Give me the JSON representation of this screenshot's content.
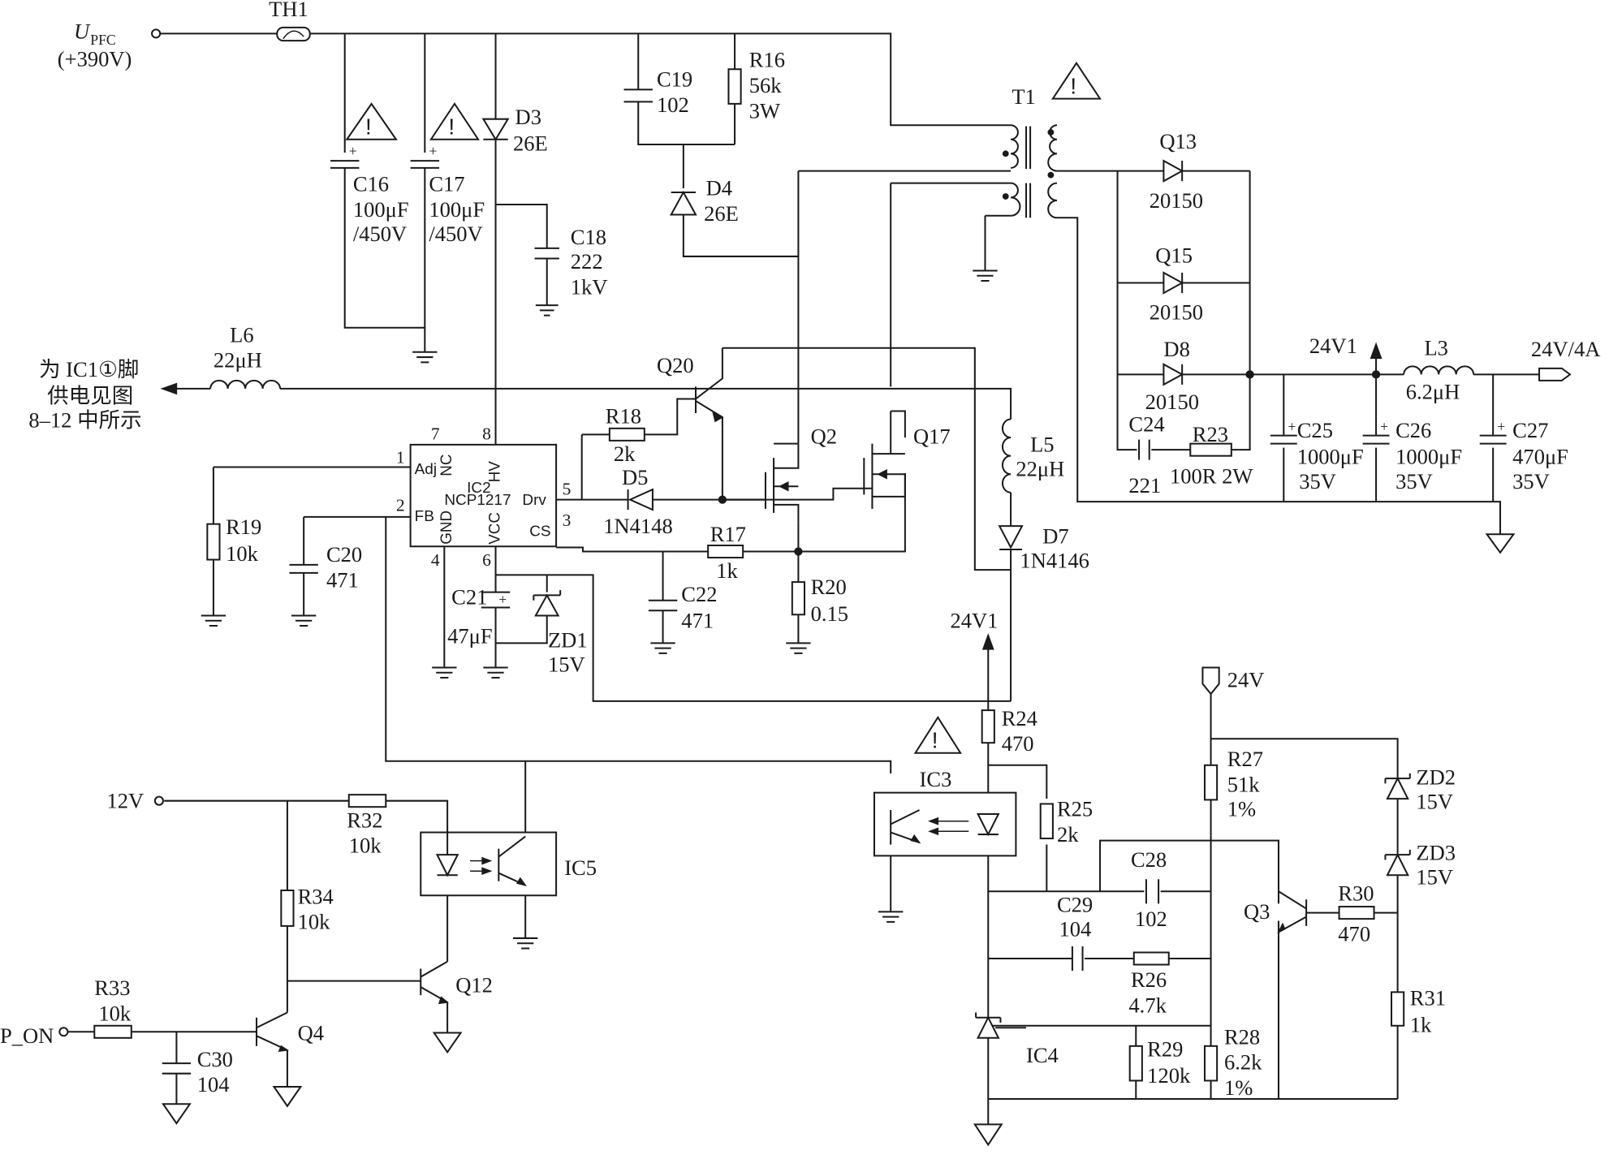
{
  "labels": {
    "upfc_main": "U",
    "upfc_sub": "PFC",
    "upfc_volt": "(+390V)",
    "th1": "TH1",
    "c16_name": "C16",
    "c16_val": "100μF",
    "c16_volt": "/450V",
    "c17_name": "C17",
    "c17_val": "100μF",
    "c17_volt": "/450V",
    "d3_name": "D3",
    "d3_val": "26E",
    "c18_name": "C18",
    "c18_val": "222",
    "c18_volt": "1kV",
    "c19_name": "C19",
    "c19_val": "102",
    "r16_name": "R16",
    "r16_val": "56k",
    "r16_pwr": "3W",
    "d4_name": "D4",
    "d4_val": "26E",
    "t1": "T1",
    "q13_name": "Q13",
    "q13_val": "20150",
    "q15_name": "Q15",
    "q15_val": "20150",
    "d8_name": "D8",
    "d8_val": "20150",
    "c24_name": "C24",
    "c24_val": "221",
    "r23_name": "R23",
    "r23_val": "100R 2W",
    "net_24v1_a": "24V1",
    "l3_name": "L3",
    "l3_val": "6.2μH",
    "out_24v4a": "24V/4A",
    "c25_name": "C25",
    "c25_val": "1000μF",
    "c25_volt": "35V",
    "c26_name": "C26",
    "c26_val": "1000μF",
    "c26_volt": "35V",
    "c27_name": "C27",
    "c27_val": "470μF",
    "c27_volt": "35V",
    "l6_name": "L6",
    "l6_val": "22μH",
    "note_line1": "为 IC1①脚",
    "note_line2": "供电见图",
    "note_line3": "8–12 中所示",
    "q20": "Q20",
    "r18_name": "R18",
    "r18_val": "2k",
    "q2": "Q2",
    "q17": "Q17",
    "l5_name": "L5",
    "l5_val": "22μH",
    "d5_name": "D5",
    "d5_val": "1N4148",
    "r17_name": "R17",
    "r17_val": "1k",
    "d7_name": "D7",
    "d7_val": "1N4146",
    "r19_name": "R19",
    "r19_val": "10k",
    "c20_name": "C20",
    "c20_val": "471",
    "c21_name": "C21",
    "c21_val": "47μF",
    "zd1_name": "ZD1",
    "zd1_val": "15V",
    "c22_name": "C22",
    "c22_val": "471",
    "r20_name": "R20",
    "r20_val": "0.15",
    "net_24v1_b": "24V1",
    "ic_part_1": "IC2",
    "ic_part_2": "NCP1217",
    "pin_adj": "Adj",
    "pin_fb": "FB",
    "pin_drv": "Drv",
    "pin_cs": "CS",
    "pin_nc": "NC",
    "pin_hv": "HV",
    "pin_gnd": "GND",
    "pin_vcc": "VCC",
    "pin_1": "1",
    "pin_2": "2",
    "pin_3": "3",
    "pin_4": "4",
    "pin_5": "5",
    "pin_6": "6",
    "pin_7": "7",
    "pin_8": "8",
    "r24_name": "R24",
    "r24_val": "470",
    "ic3": "IC3",
    "net_24v": "24V",
    "r25_name": "R25",
    "r25_val": "2k",
    "r27_name": "R27",
    "r27_val": "51k",
    "r27_tol": "1%",
    "zd2_name": "ZD2",
    "zd2_val": "15V",
    "zd3_name": "ZD3",
    "zd3_val": "15V",
    "c28_name": "C28",
    "c28_val": "102",
    "c29_name": "C29",
    "c29_val": "104",
    "q3": "Q3",
    "r30_name": "R30",
    "r30_val": "470",
    "r26_name": "R26",
    "r26_val": "4.7k",
    "r31_name": "R31",
    "r31_val": "1k",
    "ic4": "IC4",
    "r29_name": "R29",
    "r29_val": "120k",
    "r28_name": "R28",
    "r28_val": "6.2k",
    "r28_tol": "1%",
    "net_12v": "12V",
    "r32_name": "R32",
    "r32_val": "10k",
    "ic5": "IC5",
    "r34_name": "R34",
    "r34_val": "10k",
    "q12": "Q12",
    "r33_name": "R33",
    "r33_val": "10k",
    "p_on": "P_ON",
    "q4": "Q4",
    "c30_name": "C30",
    "c30_val": "104",
    "warn_mark": "!"
  }
}
